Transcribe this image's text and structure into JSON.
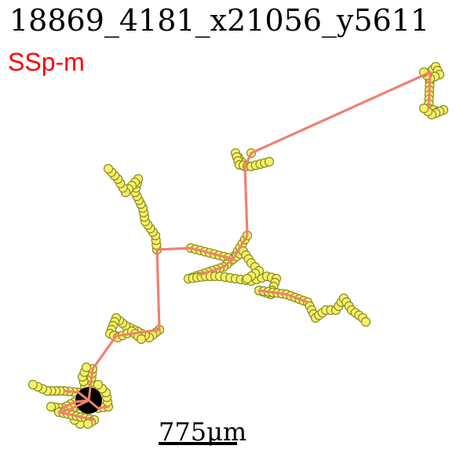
{
  "header": {
    "title": "18869_4181_x21056_y5611",
    "region": "SSp-m"
  },
  "scale": {
    "label": "775μm"
  },
  "colors": {
    "edge": "#f08070",
    "node_fill": "#f5f06a",
    "node_stroke": "#8a8a20",
    "soma": "#000000",
    "region_text": "#ff0000"
  }
}
